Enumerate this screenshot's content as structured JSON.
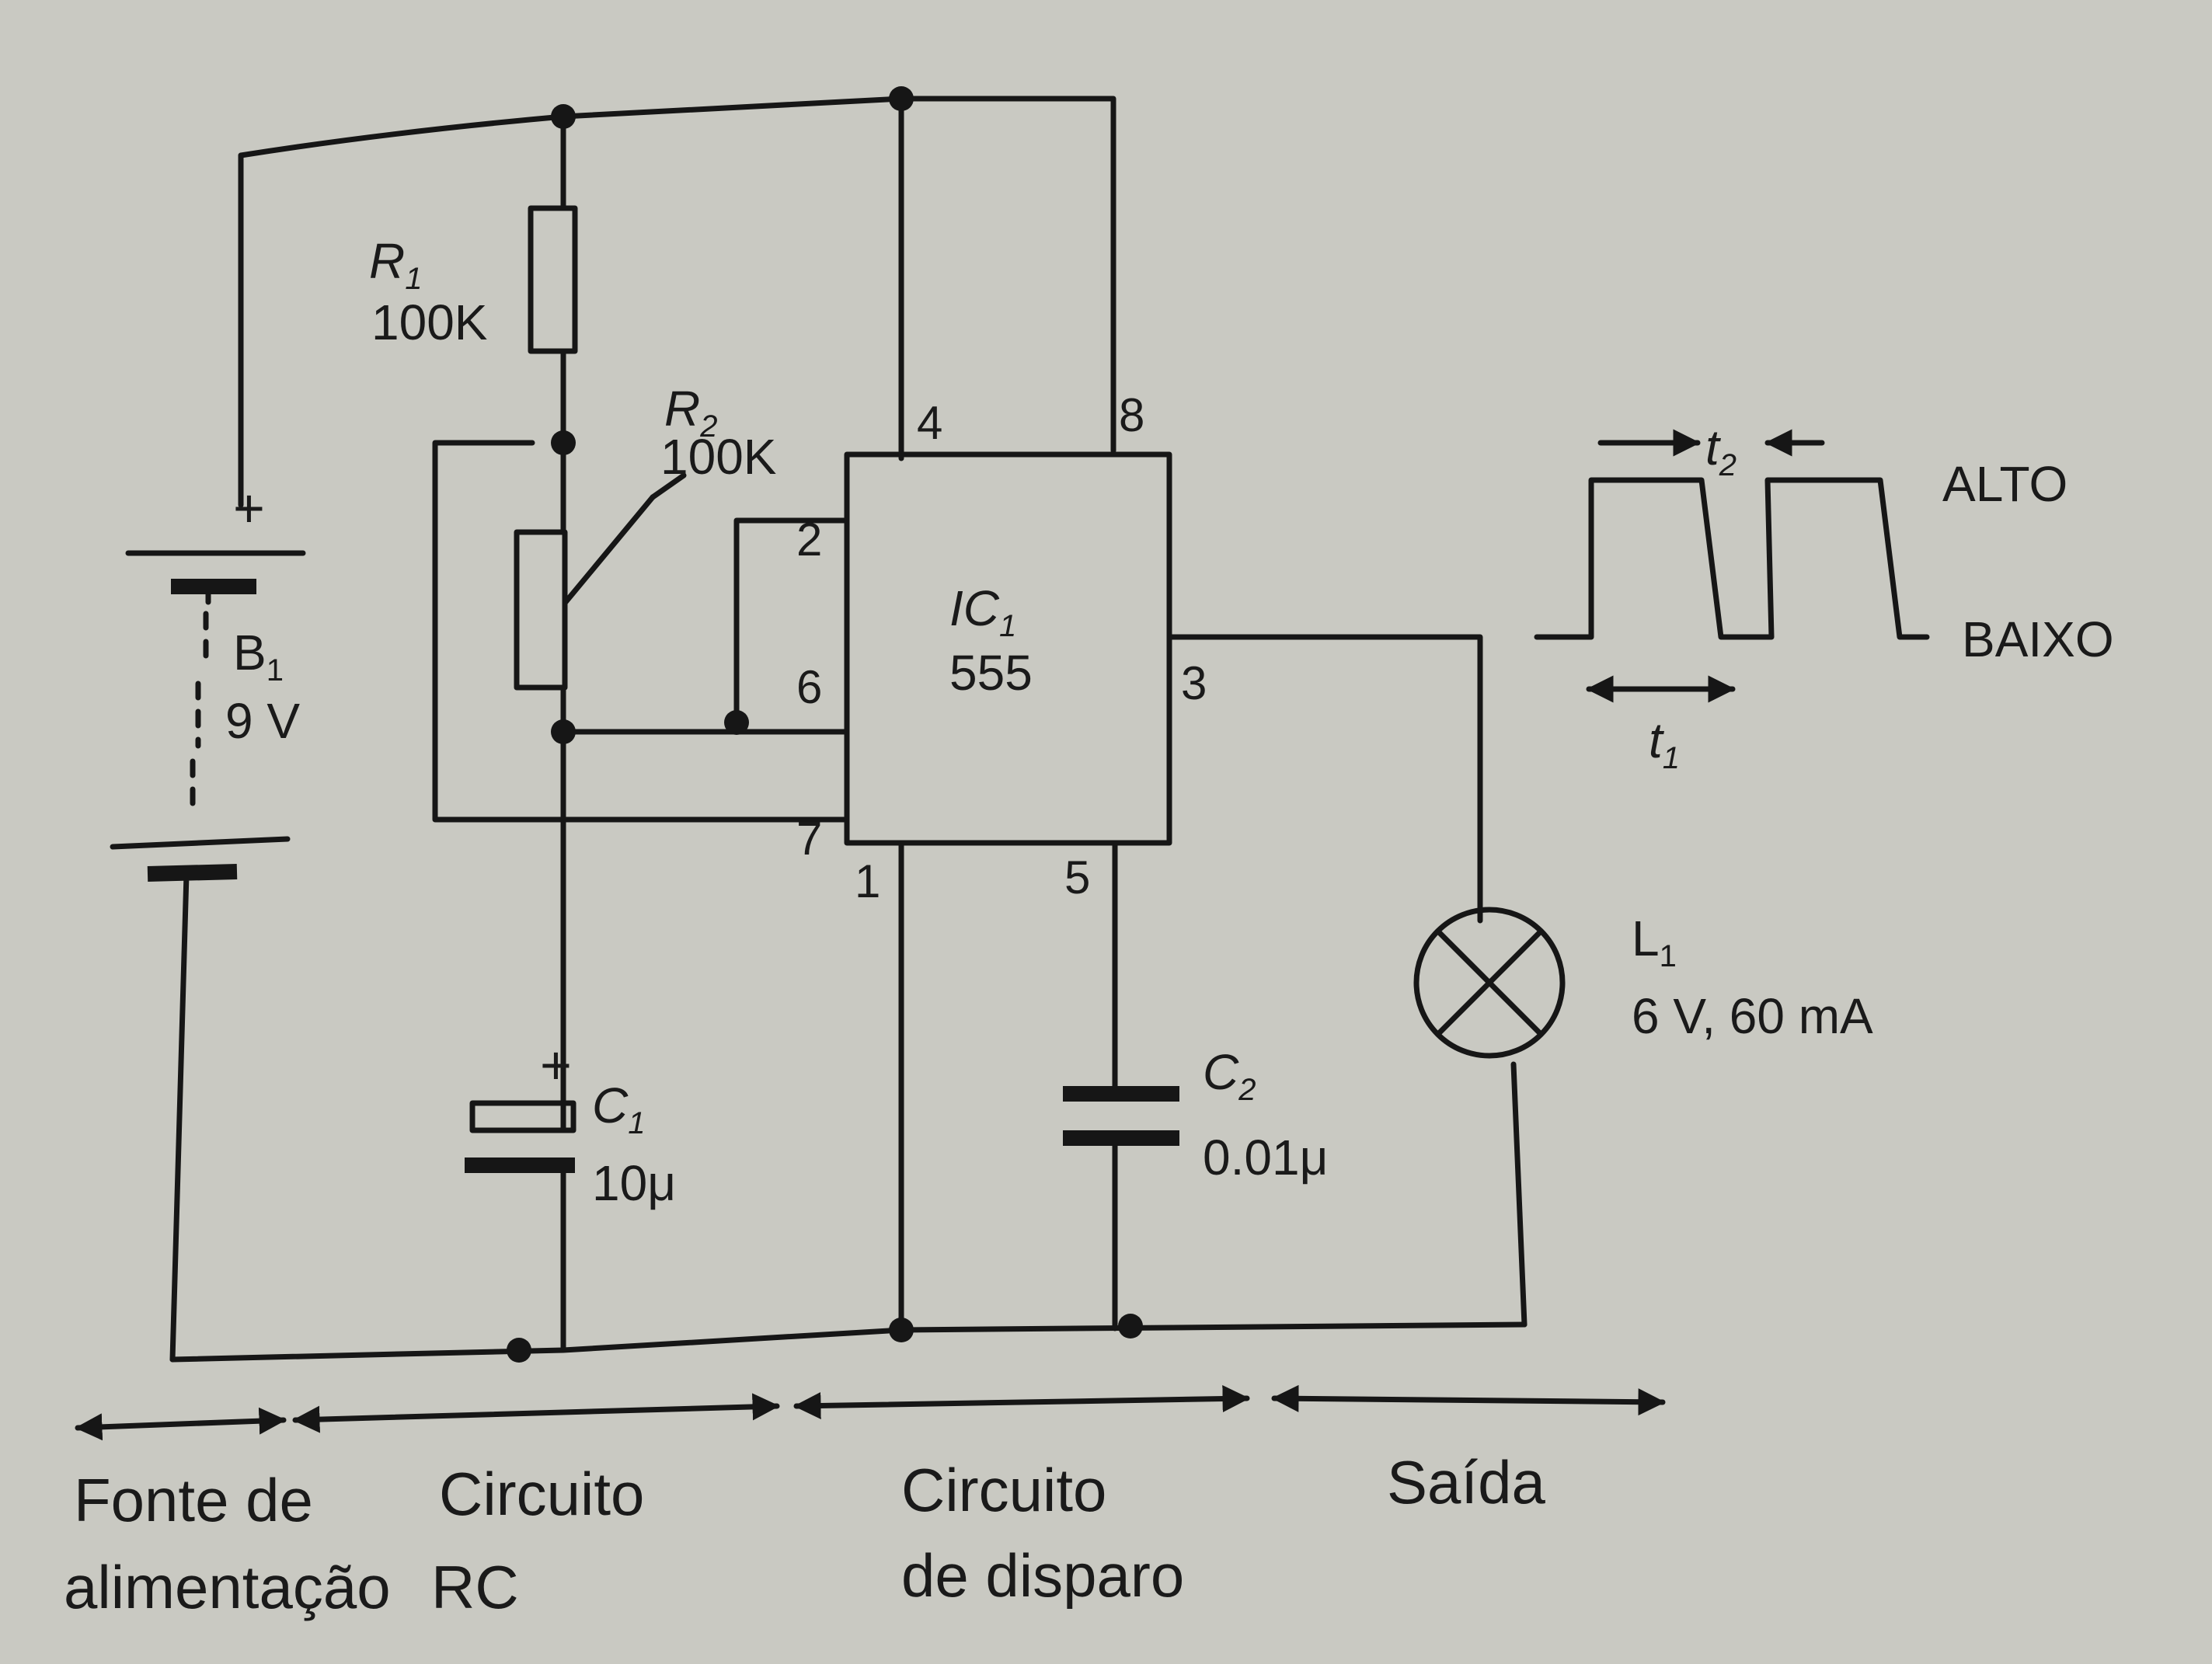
{
  "components": {
    "r1": {
      "name": "R",
      "sub": "1",
      "value": "100K"
    },
    "r2": {
      "name": "R",
      "sub": "2",
      "value": "100K"
    },
    "b1": {
      "plus": "+",
      "name": "B",
      "sub": "1",
      "value": "9 V"
    },
    "c1": {
      "plus": "+",
      "name": "C",
      "sub": "1",
      "value": "10μ"
    },
    "c2": {
      "name": "C",
      "sub": "2",
      "value": "0.01μ"
    },
    "ic1": {
      "name": "IC",
      "sub": "1",
      "value": "555"
    },
    "l1": {
      "name": "L",
      "sub": "1",
      "value": "6 V, 60 mA"
    }
  },
  "pins": {
    "p1": "1",
    "p2": "2",
    "p3": "3",
    "p4": "4",
    "p5": "5",
    "p6": "6",
    "p7": "7",
    "p8": "8"
  },
  "waveform": {
    "high": "ALTO",
    "low": "BAIXO",
    "t1": "t",
    "t1_sub": "1",
    "t2": "t",
    "t2_sub": "2"
  },
  "sections": {
    "fonte_1": "Fonte de",
    "fonte_2": "alimentação",
    "rc_1": "Circuito",
    "rc_2": "RC",
    "disparo_1": "Circuito",
    "disparo_2": "de disparo",
    "saida": "Saída"
  }
}
